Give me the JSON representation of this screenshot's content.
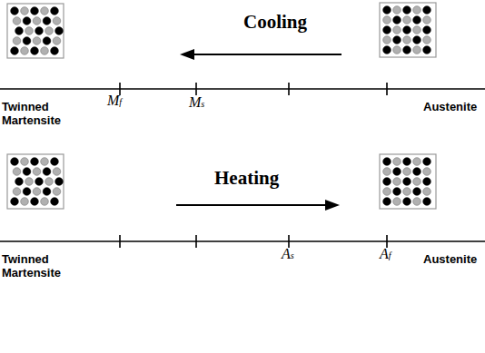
{
  "diagram": {
    "labels": [
      "Cooling",
      "Twinned Martensite",
      "Mf",
      "Ms",
      "Austenite",
      "Heating",
      "Twinned Martensite",
      "As",
      "Af",
      "Austenite"
    ]
  }
}
